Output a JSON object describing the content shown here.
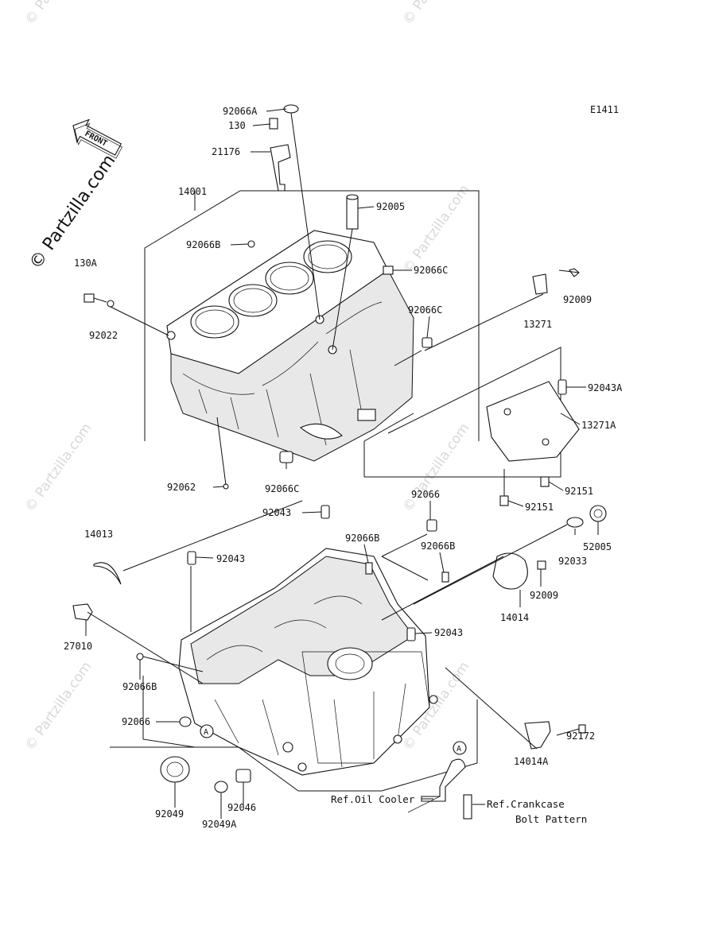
{
  "diagram_code": "E1411",
  "watermark": {
    "text": "© Partzilla.com"
  },
  "front_label": "FRONT",
  "callout_marker": "A",
  "parts": {
    "p92066A": "92066A",
    "p130": "130",
    "p21176": "21176",
    "p14001": "14001",
    "p92005": "92005",
    "p92066B_top": "92066B",
    "p92066C_a": "92066C",
    "p92009_a": "92009",
    "p130A": "130A",
    "p92022": "92022",
    "p92066C_b": "92066C",
    "p13271": "13271",
    "p92043A": "92043A",
    "p13271A": "13271A",
    "p92062": "92062",
    "p92066C_c": "92066C",
    "p92151_a": "92151",
    "p92151_b": "92151",
    "p92066": "92066",
    "p92043_a": "92043",
    "p14013": "14013",
    "p92066B_a": "92066B",
    "p92066B_b": "92066B",
    "p52005": "52005",
    "p92033": "92033",
    "p92043_b": "92043",
    "p92009_b": "92009",
    "p14014": "14014",
    "p27010": "27010",
    "p92043_c": "92043",
    "p92066B_c": "92066B",
    "p92066_b": "92066",
    "p92172": "92172",
    "p14014A": "14014A",
    "p92049": "92049",
    "p92049A": "92049A",
    "p92046": "92046"
  },
  "references": {
    "oil_cooler": "Ref.Oil Cooler",
    "crankcase_line1": "Ref.Crankcase",
    "crankcase_line2": "Bolt Pattern"
  }
}
